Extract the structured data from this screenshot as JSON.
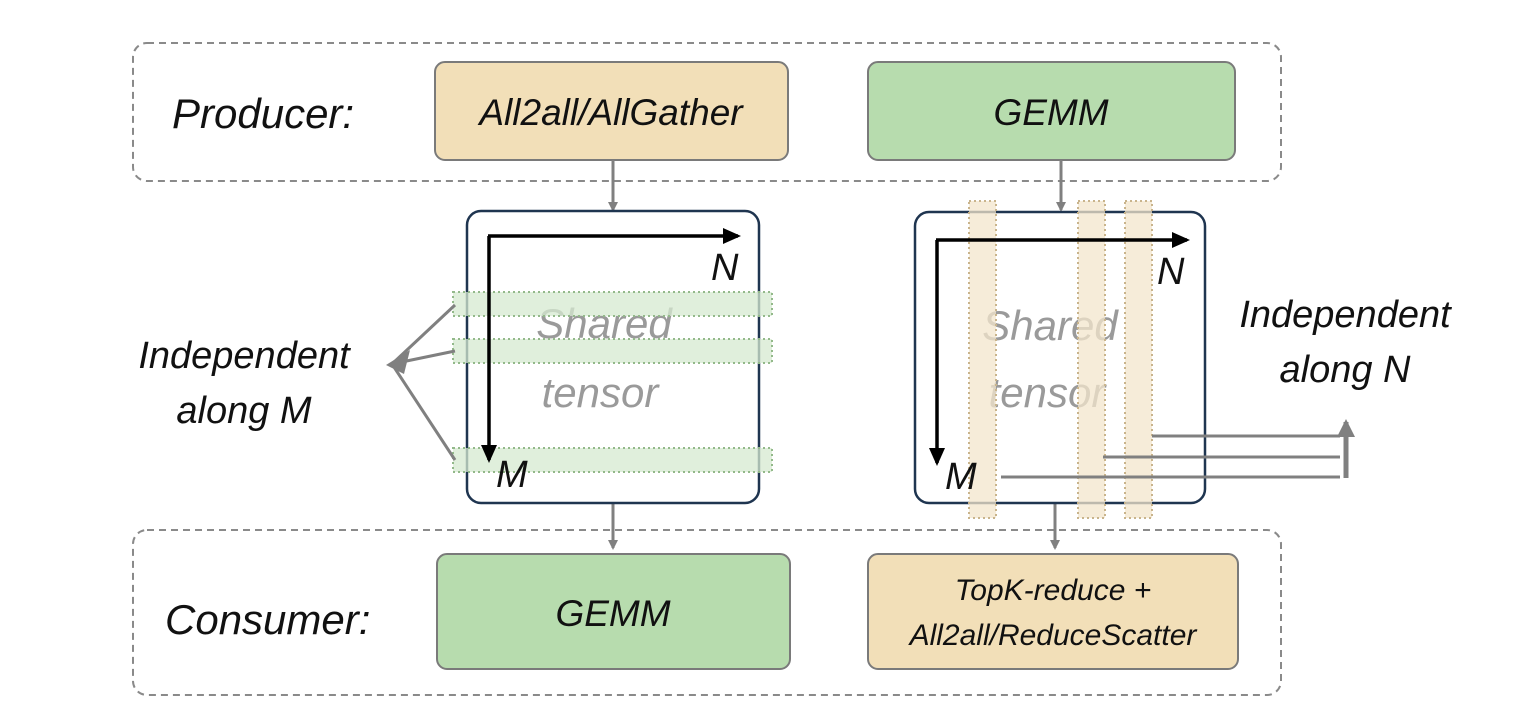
{
  "producer": {
    "label": "Producer:",
    "left_op": "All2all/AllGather",
    "right_op": "GEMM"
  },
  "consumer": {
    "label": "Consumer:",
    "left_op": "GEMM",
    "right_op_line1": "TopK-reduce +",
    "right_op_line2": "All2all/ReduceScatter"
  },
  "left_tensor": {
    "axis_n": "N",
    "axis_m": "M",
    "name_line1": "Shared",
    "name_line2": "tensor",
    "note_line1": "Independent",
    "note_line2": "along M"
  },
  "right_tensor": {
    "axis_n": "N",
    "axis_m": "M",
    "name_line1": "Shared",
    "name_line2": "tensor",
    "note_line1": "Independent",
    "note_line2": "along N"
  },
  "colors": {
    "comm_op": "#f2dfb8",
    "compute_op": "#b7dcae",
    "row_slice": "#d6ead0",
    "col_slice": "#f3e6cc",
    "connector": "#808080"
  }
}
